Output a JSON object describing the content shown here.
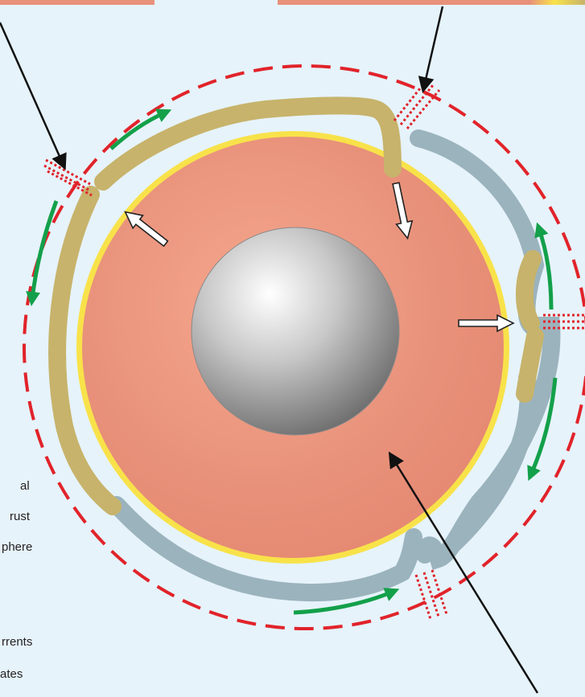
{
  "legend": {
    "items": [
      {
        "label": "al"
      },
      {
        "label": "rust"
      },
      {
        "label": "phere"
      },
      {
        "label": "rrents"
      },
      {
        "label": "ates"
      }
    ]
  },
  "colors": {
    "background": "#e6f3fb",
    "mantle": "#e8917a",
    "mantle_rim": "#f8e24a",
    "continental_crust": "#c7b36b",
    "oceanic_crust": "#9bb3bd",
    "boundary": "#e1232a",
    "current_arrow": "#13a04a",
    "motion_arrow": "#ffffff",
    "pointer": "#111111",
    "core_light": "#ffffff",
    "core_dark": "#6e6e6e"
  },
  "icons": {
    "current": "green-curved-arrow-icon",
    "motion": "white-arrow-icon",
    "pointer": "black-pointer-arrow-icon"
  }
}
